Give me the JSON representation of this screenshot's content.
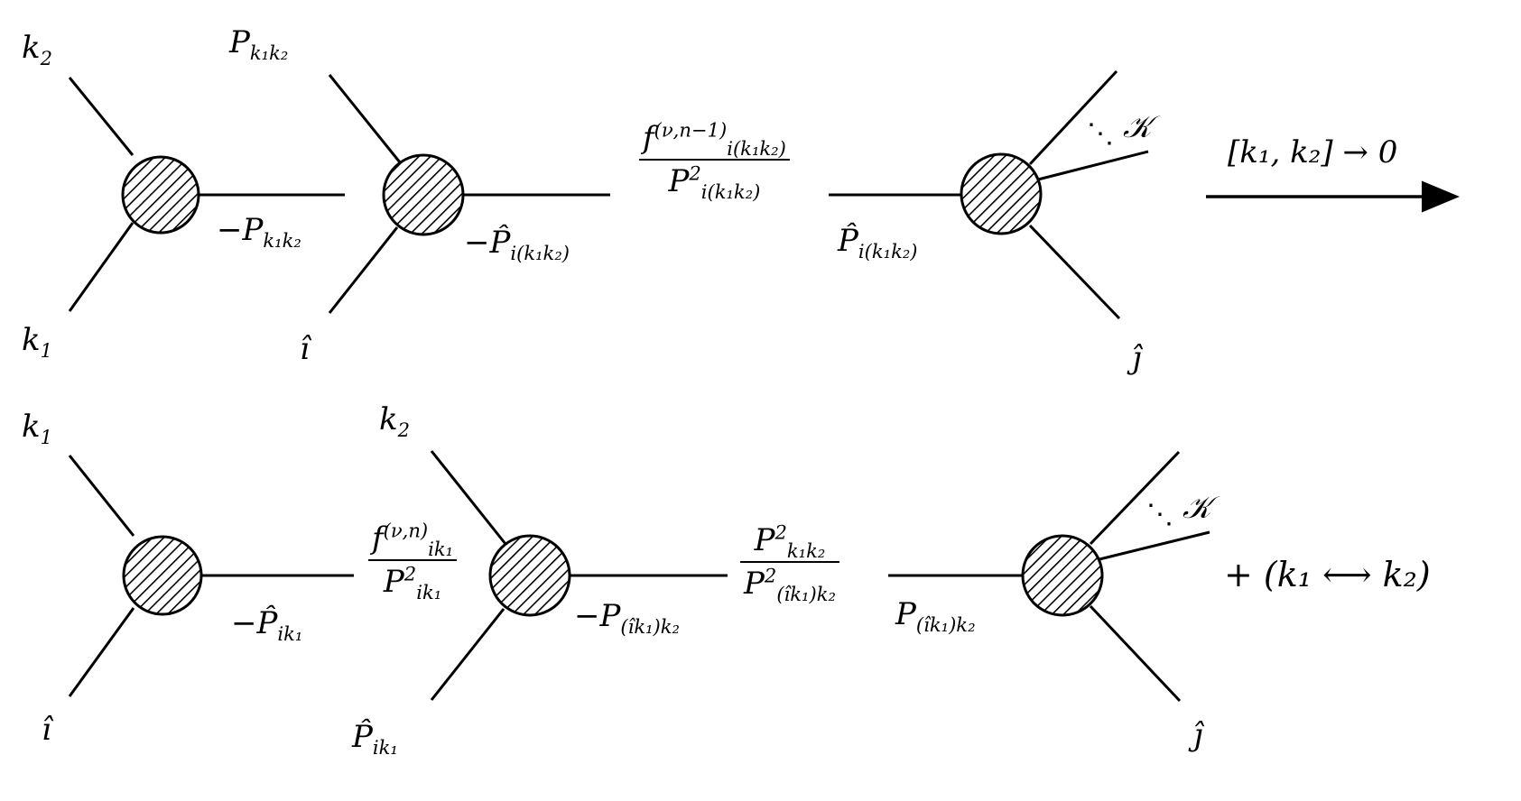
{
  "row1": {
    "blob1": {
      "leg_top": "k",
      "leg_top_sub": "2",
      "leg_bot": "k",
      "leg_bot_sub": "1",
      "out": "−P",
      "out_sub": "k₁k₂"
    },
    "blob2": {
      "leg_top": "P",
      "leg_top_sub": "k₁k₂",
      "leg_bot": "î",
      "out": "−P̂",
      "out_sub": "i(k₁k₂)"
    },
    "prop": {
      "num": "f",
      "num_sup": "(ν,n−1)",
      "num_sub": "i(k₁k₂)",
      "den": "P",
      "den_sup": "2",
      "den_sub": "i(k₁k₂)"
    },
    "blob3": {
      "in": "P̂",
      "in_sub": "i(k₁k₂)",
      "dots": "⋱",
      "set": "𝒦",
      "leg_bot": "ĵ"
    },
    "arrow_label": "[k₁, k₂] → 0"
  },
  "row2": {
    "blob1": {
      "leg_top": "k",
      "leg_top_sub": "1",
      "leg_bot": "î",
      "out": "−P̂",
      "out_sub": "ik₁"
    },
    "prop1": {
      "num": "f",
      "num_sup": "(ν,n)",
      "num_sub": "ik₁",
      "den": "P",
      "den_sup": "2",
      "den_sub": "ik₁"
    },
    "blob2": {
      "leg_top": "k",
      "leg_top_sub": "2",
      "leg_bot": "P̂",
      "leg_bot_sub": "ik₁",
      "out": "−P",
      "out_sub": "(îk₁)k₂"
    },
    "prop2": {
      "num": "P",
      "num_sup": "2",
      "num_sub": "k₁k₂",
      "den": "P",
      "den_sup": "2",
      "den_sub": "(îk₁)k₂"
    },
    "blob3": {
      "in": "P",
      "in_sub": "(îk₁)k₂",
      "dots": "⋱",
      "set": "𝒦",
      "leg_bot": "ĵ"
    },
    "suffix": "+ (k₁  ⟷  k₂)"
  },
  "style": {
    "ink": "#000000",
    "background": "#ffffff"
  }
}
